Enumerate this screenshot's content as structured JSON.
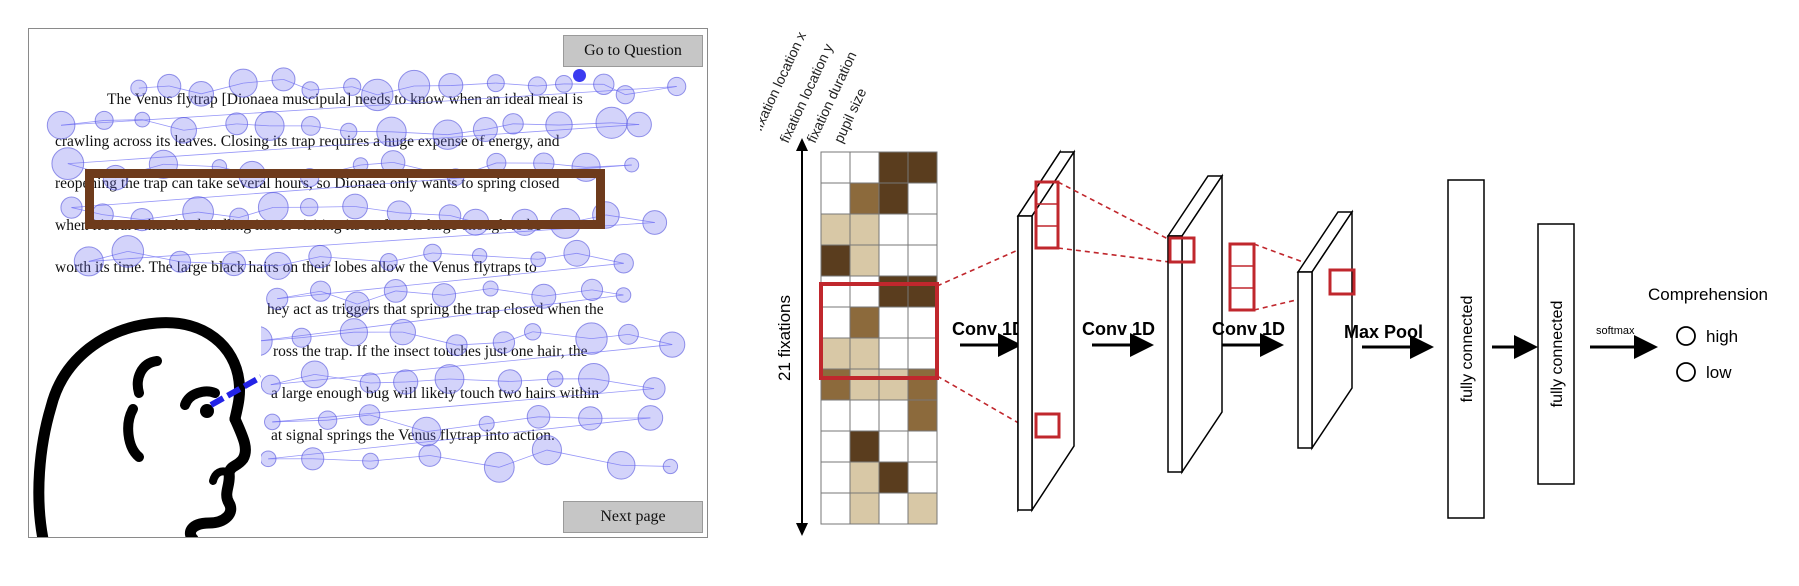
{
  "reading_panel": {
    "go_to_question_label": "Go to Question",
    "next_page_label": "Next page",
    "text_lines": [
      "The Venus flytrap [Dionaea muscipula] needs to know when an ideal meal is",
      "crawling across its leaves. Closing its trap requires a huge expense of energy, and",
      "reopening the trap can take several hours, so Dionaea only wants to spring closed",
      "when it's sure that the dawdling insect visiting its surface is large enough to be",
      "worth its time. The large black hairs on their lobes allow the Venus flytraps to",
      "hey act as triggers that spring the trap closed when the",
      "ross the trap. If the insect touches just one hair, the",
      "a large enough bug will likely touch two hairs within",
      "at signal springs the Venus flytrap into action."
    ]
  },
  "diagram": {
    "feature_labels": [
      "fixation location x",
      "fixation location y",
      "fixation duration",
      "pupil size"
    ],
    "rows_label": "21 fixations",
    "stage_labels": [
      "Conv 1D",
      "Conv 1D",
      "Conv 1D",
      "Max Pool"
    ],
    "fc_labels": [
      "fully connected",
      "fully connected"
    ],
    "softmax_label": "softmax",
    "output_title": "Comprehension",
    "output_options": [
      "high",
      "low"
    ],
    "matrix_colors": {
      "dark": "#5a3d1e",
      "mid": "#8c6a3c",
      "light": "#d8c8a6",
      "empty": "#ffffff",
      "red": "#c0272d"
    }
  }
}
